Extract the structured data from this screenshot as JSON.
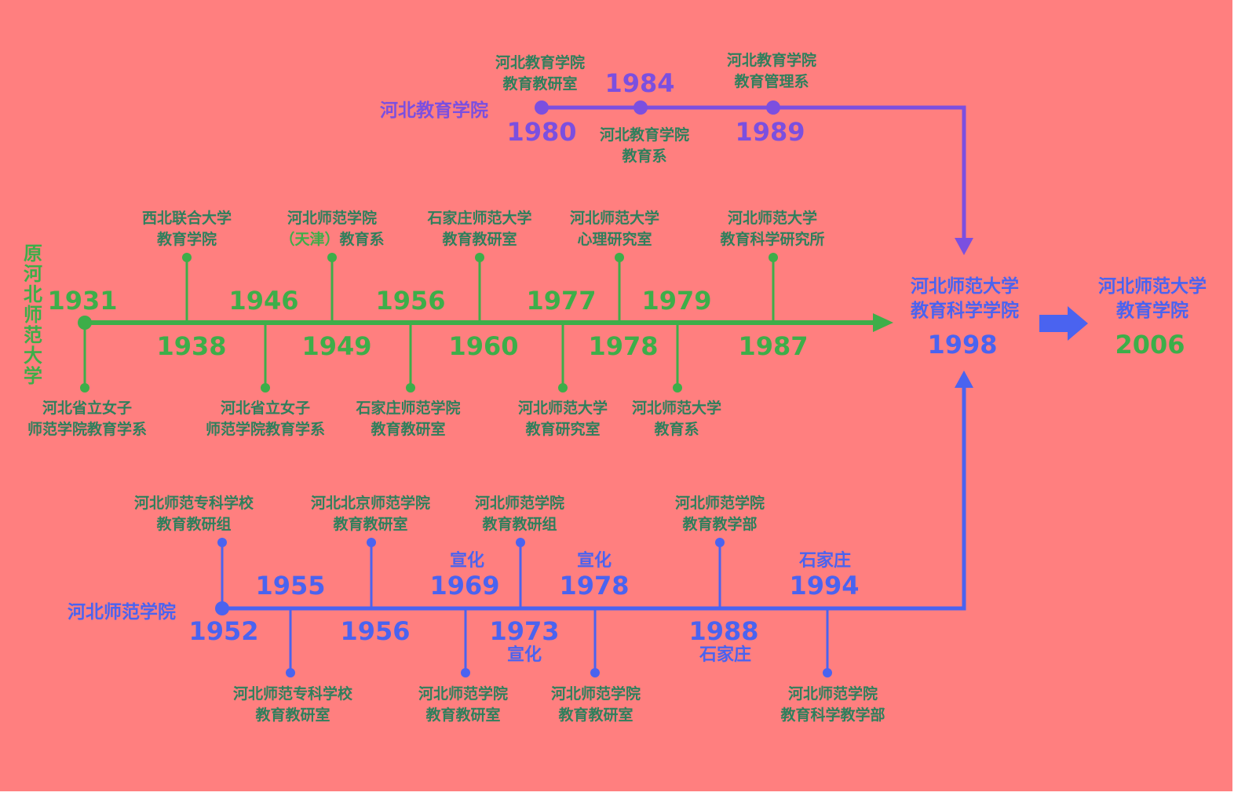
{
  "colors": {
    "background": "#ff7f7f",
    "green_line": "#3dae49",
    "purple_line": "#7b4fe0",
    "blue_line": "#4a63f0",
    "label_text": "#2f7f5c"
  },
  "green_line": {
    "name": "原河北师范大学",
    "name_chars": [
      "原",
      "河",
      "北",
      "师",
      "范",
      "大",
      "学"
    ],
    "events": [
      {
        "year": "1931",
        "label": [
          "河北省立女子",
          "师范学院教育学系"
        ]
      },
      {
        "year": "1938",
        "label": [
          "西北联合大学",
          "教育学院"
        ]
      },
      {
        "year": "1946",
        "label": [
          "河北省立女子",
          "师范学院教育学系"
        ]
      },
      {
        "year": "1949",
        "label": [
          "河北师范学院",
          "（天津）教育系"
        ],
        "label_highlight": "（天津）",
        "label_rest": "教育系"
      },
      {
        "year": "1956",
        "label": [
          "石家庄师范学院",
          "教育教研室"
        ]
      },
      {
        "year": "1960",
        "label": [
          "石家庄师范大学",
          "教育教研室"
        ]
      },
      {
        "year": "1977",
        "label": [
          "河北师范大学",
          "教育研究室"
        ]
      },
      {
        "year": "1978",
        "label": [
          "河北师范大学",
          "心理研究室"
        ]
      },
      {
        "year": "1979",
        "label": [
          "河北师范大学",
          "教育系"
        ]
      },
      {
        "year": "1987",
        "label": [
          "河北师范大学",
          "教育科学研究所"
        ]
      }
    ]
  },
  "purple_line": {
    "name": "河北教育学院",
    "events": [
      {
        "year": "1980",
        "label": [
          "河北教育学院",
          "教育教研室"
        ]
      },
      {
        "year": "1984",
        "label": [
          "河北教育学院",
          "教育系"
        ]
      },
      {
        "year": "1989",
        "label": [
          "河北教育学院",
          "教育管理系"
        ]
      }
    ]
  },
  "blue_line": {
    "name": "河北师范学院",
    "events": [
      {
        "year": "1952",
        "place": "",
        "label": [
          "河北师范专科学校",
          "教育教研组"
        ]
      },
      {
        "year": "1955",
        "place": "",
        "label": [
          "河北师范专科学校",
          "教育教研室"
        ]
      },
      {
        "year": "1956",
        "place": "",
        "label": [
          "河北北京师范学院",
          "教育教研室"
        ]
      },
      {
        "year": "1969",
        "place": "宣化",
        "label": [
          "河北师范学院",
          "教育教研室"
        ]
      },
      {
        "year": "1973",
        "place": "宣化",
        "label": [
          "河北师范学院",
          "教育教研组"
        ]
      },
      {
        "year": "1978",
        "place": "宣化",
        "label": [
          "河北师范学院",
          "教育教研室"
        ]
      },
      {
        "year": "1988",
        "place": "石家庄",
        "label": [
          "河北师范学院",
          "教育教学部"
        ]
      },
      {
        "year": "1994",
        "place": "石家庄",
        "label": [
          "河北师范学院",
          "教育科学教学部"
        ]
      }
    ]
  },
  "merge": {
    "name": [
      "河北师范大学",
      "教育科学学院"
    ],
    "year": "1998"
  },
  "final": {
    "name": [
      "河北师范大学",
      "教育学院"
    ],
    "year": "2006"
  }
}
